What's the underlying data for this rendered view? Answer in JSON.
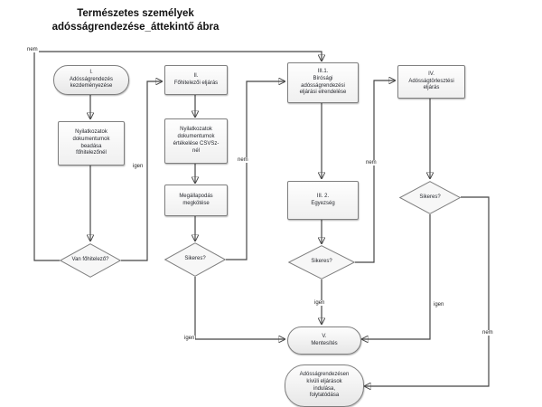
{
  "title": "Természetes személyek\nadósságrendezése_áttekintő ábra",
  "colors": {
    "background": "#ffffff",
    "node_border": "#7f7f7f",
    "node_fill": "#f5f5f5",
    "line": "#454545",
    "text": "#26282e"
  },
  "nodes": {
    "start": {
      "label": "I.\nAdósságrendezés\nkezdeményezése"
    },
    "submit_docs": {
      "label": "Nyilatkozatok\ndokumentumok\nbeadása\nfőhitelezőnél"
    },
    "has_creditor": {
      "label": "Van főhitelező?"
    },
    "main_creditor_proc": {
      "label": "II.\nFőhitelezői eljárás"
    },
    "eval_docs": {
      "label": "Nyilatkozatok\ndokumentumok\nértékelése CSVSz-\nnél"
    },
    "agreement": {
      "label": "Megállapodás\nmegkötése"
    },
    "success_main": {
      "label": "Sikeres?"
    },
    "court_order": {
      "label": "III.1.\nBírósági\nadósságrendezési\neljárási elrendelése"
    },
    "settlement": {
      "label": "III. 2.\nEgyezség"
    },
    "success_court": {
      "label": "Sikeres?"
    },
    "repayment": {
      "label": "IV.\nAdósságtörlesztési\neljárás"
    },
    "success_repayment": {
      "label": "Sikeres?"
    },
    "discharge": {
      "label": "V.\nMentesítés"
    },
    "outside_procedures": {
      "label": "Adósságrendezésen\nkívüli eljárások\nindulása,\nfolytatódása"
    }
  },
  "edges": {
    "no_creditor": "nem",
    "yes_creditor": "igen",
    "fail_main": "nem",
    "ok_main": "igen",
    "ok_court": "igen",
    "fail_court": "nem",
    "ok_repayment": "igen",
    "fail_repayment": "nem"
  }
}
